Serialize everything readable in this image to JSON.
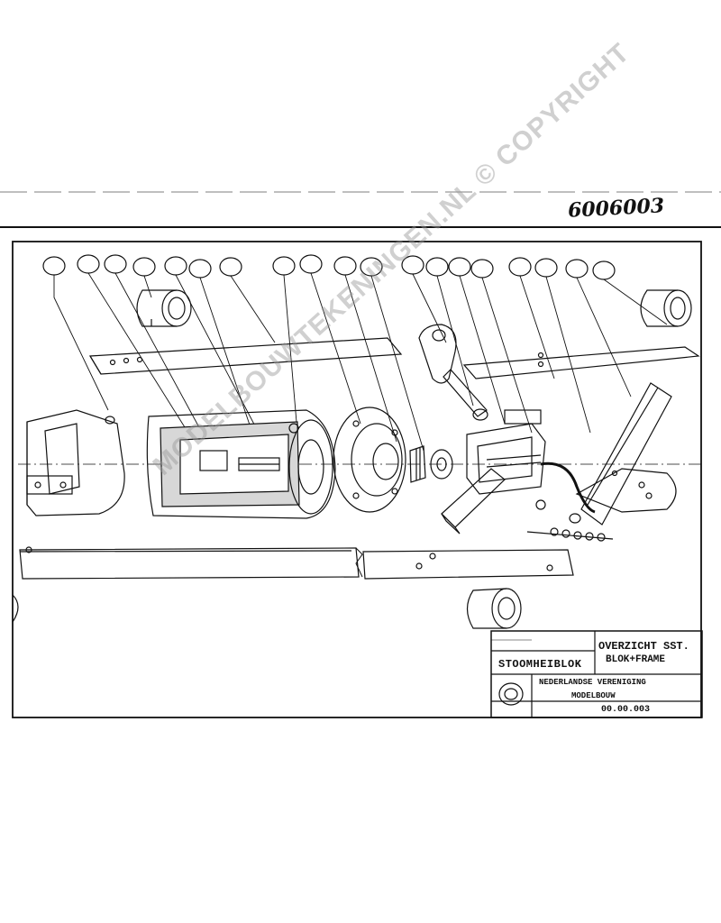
{
  "handwritten_note": "6006003",
  "title_block": {
    "part_name": "STOOMHEIBLOK",
    "title_line1": "OVERZICHT SST.",
    "title_line2": "BLOK+FRAME",
    "organisation_line1": "NEDERLANDSE VERENIGING",
    "organisation_line2": "MODELBOUW",
    "drawing_number": "00.00.003"
  },
  "watermark": "MODELBOUWTEKENINGEN.NL © COPYRIGHT",
  "colors": {
    "ink": "#111111",
    "watermark": "#9a9a9a",
    "paper": "#ffffff"
  }
}
